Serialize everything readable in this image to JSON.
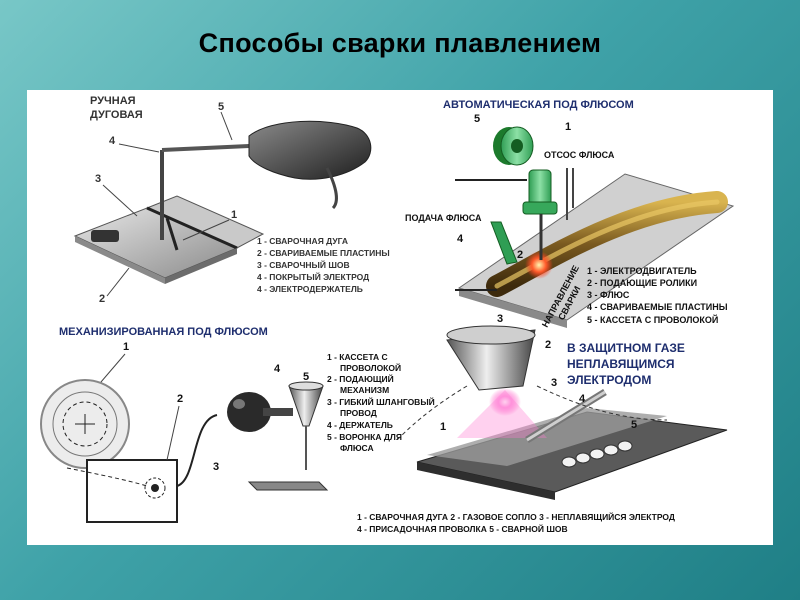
{
  "title": "Способы сварки плавлением",
  "manual": {
    "heading": [
      "РУЧНАЯ",
      "ДУГОВАЯ"
    ],
    "legend": [
      "1 -  СВАРОЧНАЯ ДУГА",
      "2 - СВАРИВАЕМЫЕ ПЛАСТИНЫ",
      "3 - СВАРОЧНЫЙ ШОВ",
      "4 - ПОКРЫТЫЙ ЭЛЕКТРОД",
      "4 -  ЭЛЕКТРОДЕРЖАТЕЛЬ"
    ],
    "callouts": [
      "1",
      "2",
      "3",
      "4",
      "5"
    ]
  },
  "automatic": {
    "heading": "АВТОМАТИЧЕСКАЯ ПОД ФЛЮСОМ",
    "labels": {
      "suction": "ОТСОС ФЛЮСА",
      "feed": "ПОДАЧА ФЛЮСА",
      "direction": [
        "НАПРАВЛЕНИЕ",
        "СВАРКИ"
      ]
    },
    "legend": [
      "1 - ЭЛЕКТРОДВИГАТЕЛЬ",
      "2 - ПОДАЮЩИЕ РОЛИКИ",
      "3 - ФЛЮС",
      "4 - СВАРИВАЕМЫЕ ПЛАСТИНЫ",
      "5 - КАССЕТА С ПРОВОЛОКОЙ"
    ],
    "callouts": [
      "1",
      "2",
      "3",
      "4",
      "5"
    ]
  },
  "mechanized": {
    "heading": "МЕХАНИЗИРОВАННАЯ  ПОД ФЛЮСОМ",
    "legend": [
      "1 - КАССЕТА С",
      "ПРОВОЛОКОЙ",
      "2 - ПОДАЮЩИЙ",
      "МЕХАНИЗМ",
      "3 - ГИБКИЙ ШЛАНГОВЫЙ",
      "ПРОВОД",
      "4 - ДЕРЖАТЕЛЬ",
      "5 - ВОРОНКА ДЛЯ",
      "ФЛЮСА"
    ],
    "callouts": [
      "1",
      "2",
      "3",
      "4",
      "5"
    ]
  },
  "gas": {
    "heading": [
      "В ЗАЩИТНОМ ГАЗЕ",
      "НЕПЛАВЯЩИМСЯ",
      "ЭЛЕКТРОДОМ"
    ],
    "legend": [
      "1 - СВАРОЧНАЯ ДУГА   2 - ГАЗОВОЕ СОПЛО   3 - НЕПЛАВЯЩИЙСЯ ЭЛЕКТРОД",
      "4 - ПРИСАДОЧНАЯ ПРОВОЛКА   5 - СВАРНОЙ ШОВ"
    ],
    "callouts": [
      "1",
      "2",
      "3",
      "4",
      "5"
    ]
  }
}
